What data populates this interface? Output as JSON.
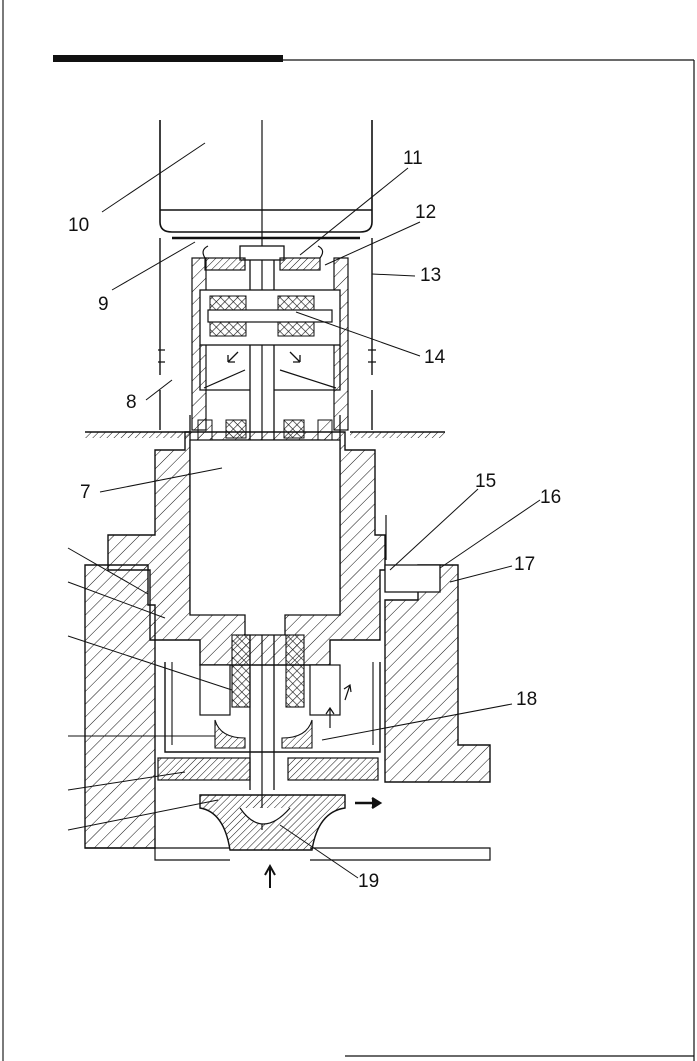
{
  "figure": {
    "callouts": [
      "7",
      "8",
      "9",
      "10",
      "11",
      "12",
      "13",
      "14",
      "15",
      "16",
      "17",
      "18",
      "19"
    ]
  },
  "colors": {
    "ink": "#111111",
    "paper": "#ffffff"
  }
}
